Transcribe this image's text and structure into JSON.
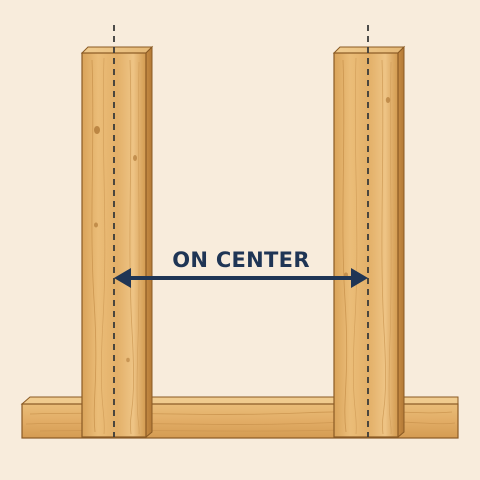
{
  "diagram": {
    "label": "ON CENTER",
    "colors": {
      "background": "#f8ecdc",
      "wood": "#e2b06a",
      "wood_dark": "#c98f45",
      "wood_edge": "#8a5a24",
      "arrow": "#1f3555",
      "centerline": "#3a3a3a"
    },
    "elements": [
      "left-stud",
      "right-stud",
      "bottom-plate",
      "left-centerline",
      "right-centerline",
      "on-center-dimension-arrow"
    ]
  }
}
